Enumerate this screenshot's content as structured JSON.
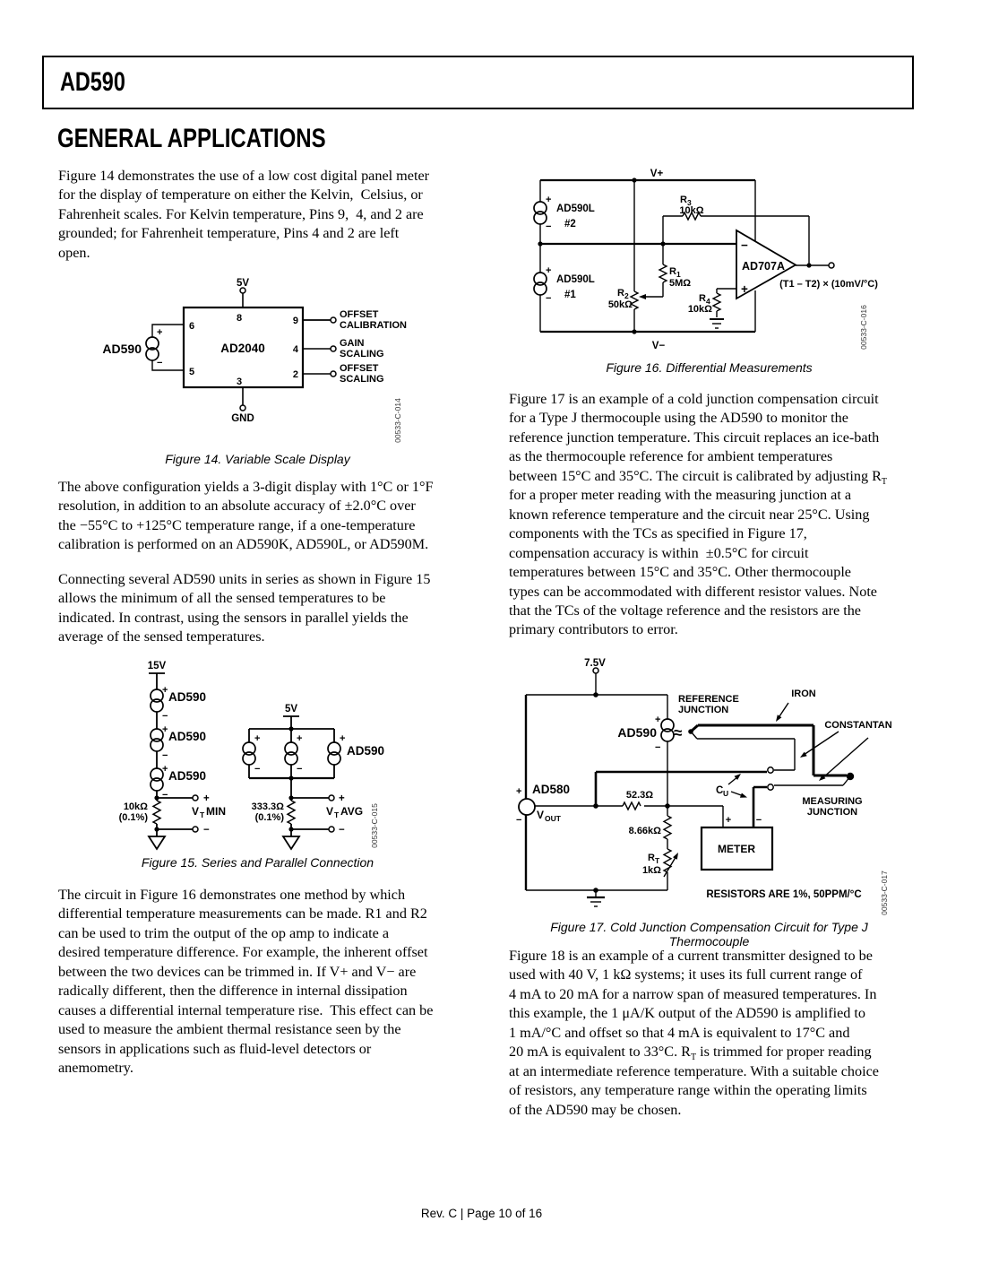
{
  "doc": {
    "part": "AD590",
    "section_title": "GENERAL APPLICATIONS",
    "footer": "Rev. C | Page 10 of 16"
  },
  "text": {
    "l1": "Figure 14 demonstrates the use of a low cost digital panel meter\nfor the display of temperature on either the Kelvin,  Celsius, or\nFahrenheit scales. For Kelvin temperature, Pins 9,  4, and 2 are\ngrounded; for Fahrenheit temperature, Pins 4 and 2 are left\nopen.",
    "l2": "The above configuration yields a 3-digit display with 1°C or 1°F\nresolution, in addition to an absolute accuracy of ±2.0°C over\nthe −55°C to +125°C temperature range, if a one-temperature\ncalibration is performed on an AD590K, AD590L, or AD590M.",
    "l3": "Connecting several AD590 units in series as shown in Figure 15\nallows the minimum of all the sensed temperatures to be\nindicated. In contrast, using the sensors in parallel yields the\naverage of the sensed temperatures.",
    "l4": "The circuit in Figure 16 demonstrates one method by which\ndifferential temperature measurements can be made. R1 and R2\ncan be used to trim the output of the op amp to indicate a\ndesired temperature difference. For example, the inherent offset\nbetween the two devices can be trimmed in. If V+ and V− are\nradically different, then the difference in internal dissipation\ncauses a differential internal temperature rise.  This effect can be\nused to measure the ambient thermal resistance seen by the\nsensors in applications such as fluid-level detectors or\nanemometry.",
    "r1a": "Figure 17 is an example of a cold junction compensation circuit\nfor a Type J thermocouple using the AD590 to monitor the\nreference junction temperature. This circuit replaces an ice-bath\nas the thermocouple reference for ambient temperatures\nbetween 15°C and 35°C. The circuit is calibrated by adjusting R",
    "r1sub": "T",
    "r1b": "\nfor a proper meter reading with the measuring junction at a\nknown reference temperature and the circuit near 25°C. Using\ncomponents with the TCs as specified in Figure 17,\ncompensation accuracy is within  ±0.5°C for circuit\ntemperatures between 15°C and 35°C. Other thermocouple\ntypes can be accommodated with different resistor values. Note\nthat the TCs of the voltage reference and the resistors are the\nprimary contributors to error.",
    "r2a": "Figure 18 is an example of a current transmitter designed to be\nused with 40 V, 1 kΩ systems; it uses its full current range of\n4 mA to 20 mA for a narrow span of measured temperatures. In\nthis example, the 1 μA/K output of the AD590 is amplified to\n1 mA/°C and offset so that 4 mA is equivalent to 17°C and\n20 mA is equivalent to 33°C. R",
    "r2sub": "T",
    "r2b": " is trimmed for proper reading\nat an intermediate reference temperature. With a suitable choice\nof resistors, any temperature range within the operating limits\nof the AD590 may be chosen."
  },
  "fig14": {
    "supply": "5V",
    "gnd": "GND",
    "sensor": "AD590",
    "chip": "AD2040",
    "p6": "6",
    "p5": "5",
    "p8": "8",
    "p3": "3",
    "p9": "9",
    "p4": "4",
    "p2": "2",
    "o1a": "OFFSET",
    "o1b": "CALIBRATION",
    "o2a": "GAIN",
    "o2b": "SCALING",
    "o3a": "OFFSET",
    "o3b": "SCALING",
    "plus": "+",
    "minus": "−",
    "code": "00533-C-014",
    "caption": "Figure 14. Variable Scale Display"
  },
  "fig15": {
    "v15": "15V",
    "v5": "5V",
    "ad590": "AD590",
    "rs": "10kΩ",
    "rst": "(0.1%)",
    "rp": "333.3Ω",
    "rpt": "(0.1%)",
    "v": "V",
    "t": "T",
    "min": "MIN",
    "avg": "AVG",
    "plus": "+",
    "minus": "−",
    "code": "00533-C-015",
    "caption": "Figure 15. Series and Parallel Connection"
  },
  "fig16": {
    "vp": "V+",
    "vm": "V−",
    "s": "AD590L",
    "s2": "#2",
    "s1": "#1",
    "r": "R",
    "r1n": "1",
    "r2n": "2",
    "r3n": "3",
    "r4n": "4",
    "r1v": "5MΩ",
    "r2v": "50kΩ",
    "r3v": "10kΩ",
    "r4v": "10kΩ",
    "amp": "AD707A",
    "out": "(T1 – T2) × (10mV/°C)",
    "plus": "+",
    "minus": "−",
    "code": "00533-C-016",
    "caption": "Figure 16. Differential Measurements"
  },
  "fig17": {
    "supply": "7.5V",
    "refa": "REFERENCE",
    "refb": "JUNCTION",
    "iron": "IRON",
    "constantan": "CONSTANTAN",
    "measa": "MEASURING",
    "measb": "JUNCTION",
    "ad590": "AD590",
    "ad580": "AD580",
    "v": "V",
    "vouts": "OUT",
    "r52": "52.3Ω",
    "r866": "8.66kΩ",
    "rt": "R",
    "rts": "T",
    "rtv": "1kΩ",
    "cu": "C",
    "cus": "U",
    "meter": "METER",
    "note": "RESISTORS ARE 1%, 50PPM/°C",
    "approx": "≈",
    "plus": "+",
    "minus": "−",
    "code": "00533-C-017",
    "caption": "Figure 17. Cold Junction Compensation Circuit for Type J Thermocouple"
  }
}
